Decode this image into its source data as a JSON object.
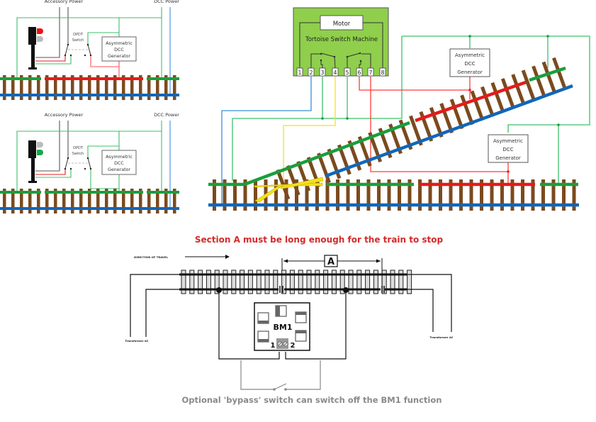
{
  "colors": {
    "green_rail": "#1a9e3c",
    "red_rail": "#e31b1b",
    "blue_rail": "#1266b8",
    "tie_brown": "#7b4a1e",
    "tortoise_fill": "#8fcf4c",
    "yellow_wire": "#f5e11a",
    "title_red": "#d42a2a",
    "caption_grey": "#8a8a8a"
  },
  "signal_panel_top": {
    "accessory_power": "Accessory Power",
    "dcc_power": "DCC Power",
    "dpdt_line1": "DPDT",
    "dpdt_line2": "Switch",
    "generator": [
      "Asymmetric",
      "DCC",
      "Generator"
    ],
    "signal_aspect": "red"
  },
  "signal_panel_bottom": {
    "accessory_power": "Accessory Power",
    "dcc_power": "DCC Power",
    "dpdt_line1": "DPDT",
    "dpdt_line2": "Switch",
    "generator": [
      "Asymmetric",
      "DCC",
      "Generator"
    ],
    "signal_aspect": "green"
  },
  "tortoise": {
    "motor_label": "Motor",
    "machine_label": "Tortoise Switch Machine",
    "pins": [
      "1",
      "2",
      "3",
      "4",
      "5",
      "6",
      "7",
      "8"
    ]
  },
  "turnout_generators": {
    "upper": [
      "Asymmetric",
      "DCC",
      "Generator"
    ],
    "lower": [
      "Asymmetric",
      "DCC",
      "Generator"
    ]
  },
  "bm1_diagram": {
    "title": "Section A must be long enough for the train to stop",
    "direction_label": "DIRECTION OF TRAVEL",
    "section_label": "A",
    "module_label": "BM1",
    "terminal_1": "1",
    "terminal_2": "2",
    "transformer_left": "Transformer AC",
    "transformer_right": "Transformer AC",
    "caption": "Optional 'bypass' switch can switch off the BM1 function"
  }
}
